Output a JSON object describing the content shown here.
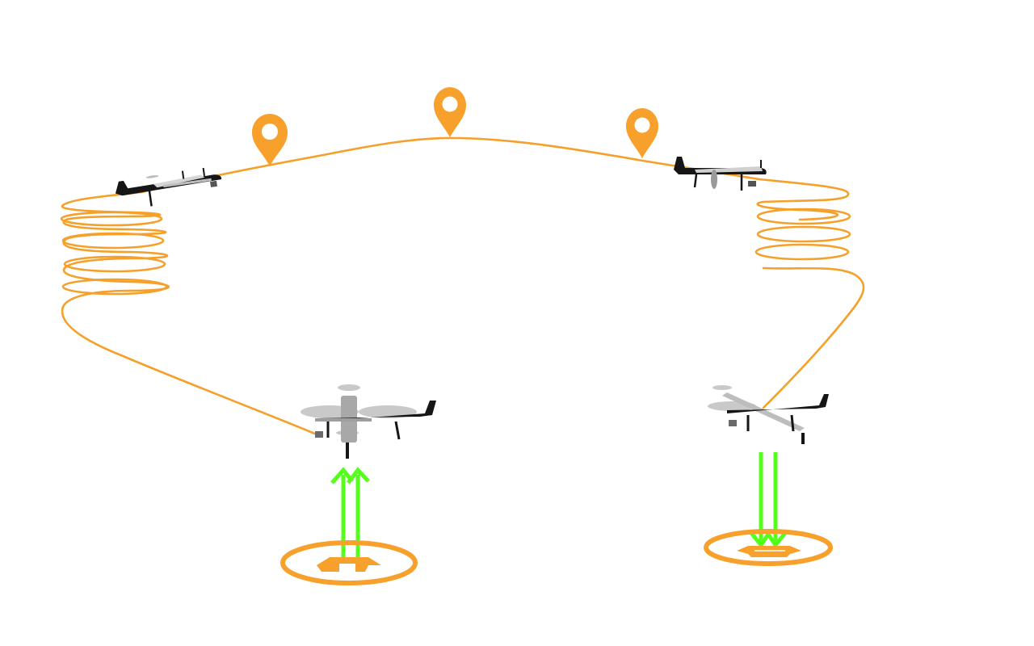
{
  "diagram": {
    "type": "vtol-flight-profile",
    "colors": {
      "background": "#ffffff",
      "path": "#f5a02a",
      "marker": "#f7a02c",
      "marker_hole": "#ffffff",
      "arrow": "#55ff1c",
      "pad": "#f7a02c",
      "aircraft_dark": "#161616",
      "aircraft_light": "#bdbdbd"
    },
    "phases": [
      {
        "name": "vertical-takeoff",
        "arrow_direction": "up",
        "pad": "takeoff-pad"
      },
      {
        "name": "climb-loiter",
        "loops": 5
      },
      {
        "name": "transition-to-fixed-wing"
      },
      {
        "name": "waypoint-cruise",
        "waypoints": 3
      },
      {
        "name": "transition-to-hover"
      },
      {
        "name": "descent-loiter",
        "loops": 5
      },
      {
        "name": "vertical-landing",
        "arrow_direction": "down",
        "pad": "landing-pad"
      }
    ],
    "icons": [
      "waypoint-marker-icon",
      "vtol-aircraft-icon",
      "fixed-wing-aircraft-icon",
      "up-arrow-icon",
      "down-arrow-icon",
      "landing-pad-icon"
    ]
  }
}
